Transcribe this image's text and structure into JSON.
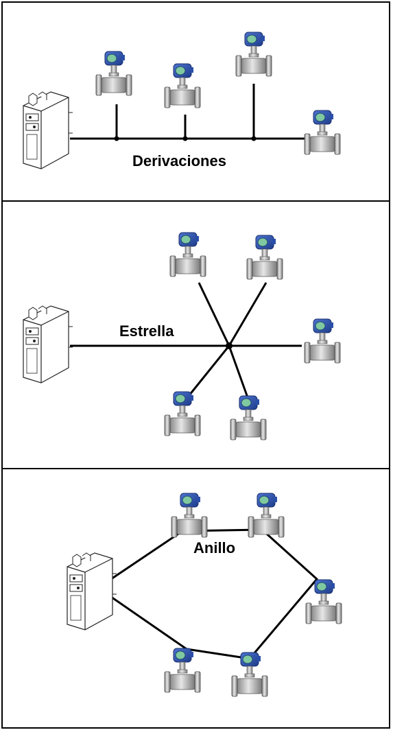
{
  "panels": [
    {
      "label": "Derivaciones"
    },
    {
      "label": "Estrella"
    },
    {
      "label": "Anillo"
    }
  ],
  "colors": {
    "line": "#000000",
    "transmitter_blue": "#2a4fa8",
    "body_gray": "#b8b8b8",
    "display_green": "#7fc8a0"
  }
}
